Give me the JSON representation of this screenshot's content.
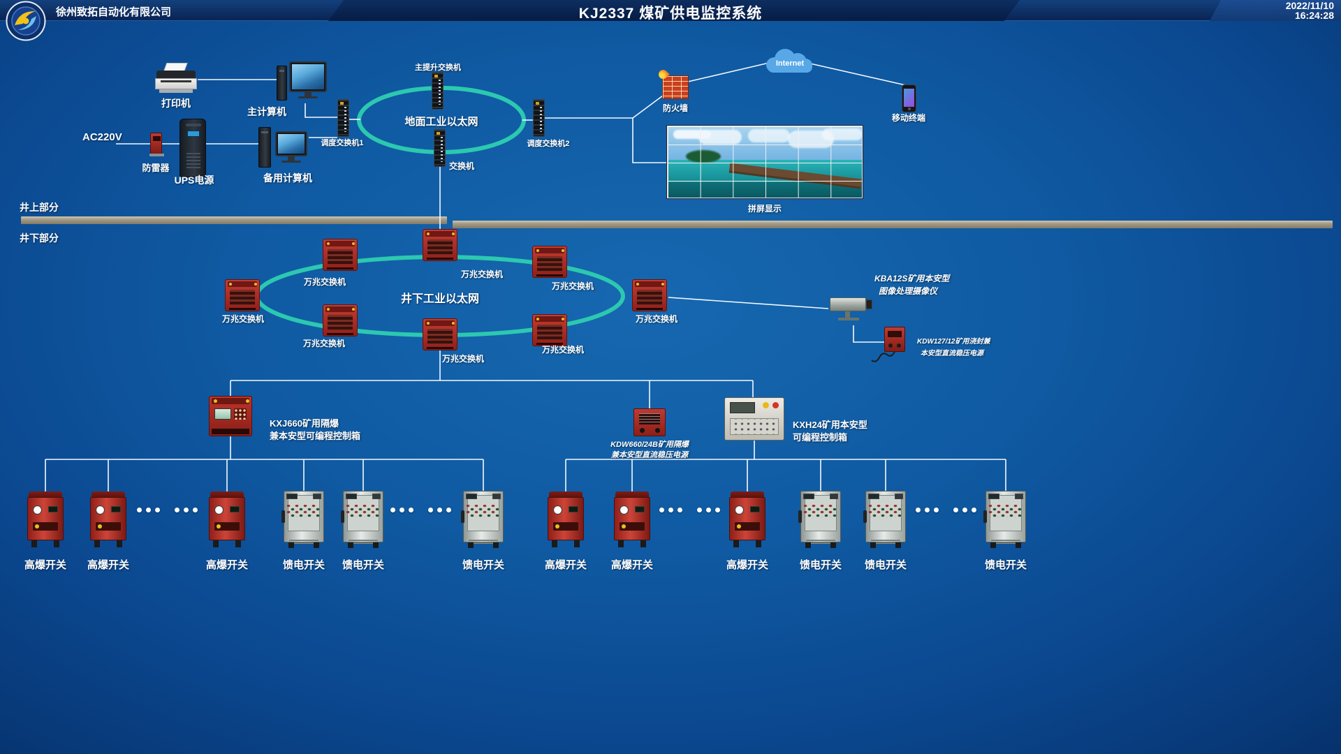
{
  "header": {
    "company": "徐州致拓自动化有限公司",
    "title": "KJ2337 煤矿供电监控系统",
    "date": "2022/11/10",
    "time": "16:24:28"
  },
  "dividers": {
    "surface": "井上部分",
    "underground": "井下部分"
  },
  "surface": {
    "printer": "打印机",
    "main_computer": "主计算机",
    "power_in": "AC220V",
    "arrester": "防雷器",
    "ups": "UPS电源",
    "backup_computer": "备用计算机",
    "dispatch_switch_1": "调度交换机1",
    "hoist_switch": "主提升交换机",
    "ring_label": "地面工业以太网",
    "dispatch_switch_2": "调度交换机2",
    "core_switch": "交换机",
    "firewall": "防火墙",
    "internet": "Internet",
    "mobile": "移动终端",
    "video_wall": "拼屏显示"
  },
  "underground": {
    "ring_label": "井下工业以太网",
    "tg_switch": "万兆交换机",
    "camera_l1": "KBA12S矿用本安型",
    "camera_l2": "图像处理摄像仪",
    "kdw127_l1": "KDW127/12矿用浇封兼",
    "kdw127_l2": "本安型直流稳压电源",
    "kxj660_l1": "KXJ660矿用隔爆",
    "kxj660_l2": "兼本安型可编程控制箱",
    "kdw660_l1": "KDW660/24B矿用隔爆",
    "kdw660_l2": "兼本安型直流稳压电源",
    "kxh24_l1": "KXH24矿用本安型",
    "kxh24_l2": "可编程控制箱",
    "hv_switch": "高爆开关",
    "feeder_switch": "馈电开关"
  },
  "colors": {
    "ring": "#2cc8b0",
    "wire": "#f5f9ff",
    "device_red": "#c0392b",
    "device_gray": "#c7cdc9",
    "divider": "#a39b87"
  }
}
